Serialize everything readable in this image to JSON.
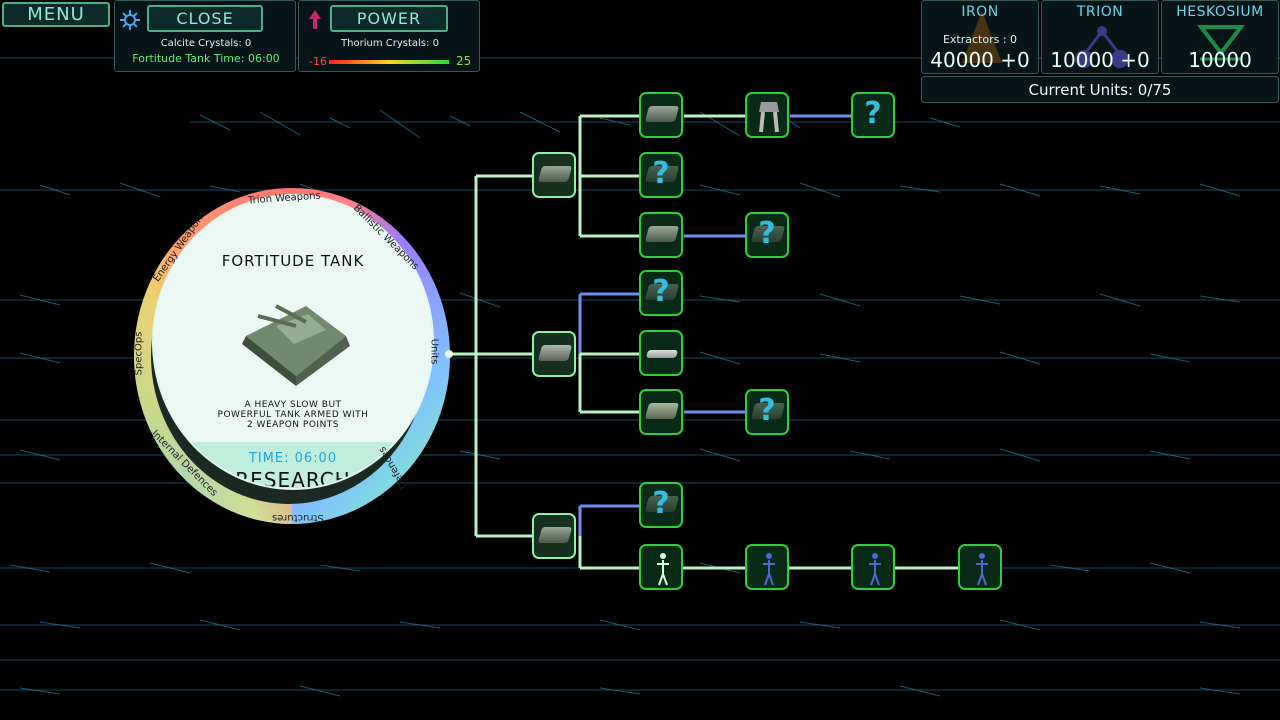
{
  "menu": {
    "label": "MENU"
  },
  "close_panel": {
    "button_label": "CLOSE",
    "calcite_label": "Calcite Crystals: 0",
    "time_label": "Fortitude Tank Time: 06:00"
  },
  "power_panel": {
    "button_label": "POWER",
    "thorium_label": "Thorium Crystals: 0",
    "min_value": "-16",
    "max_value": "25"
  },
  "resources": {
    "iron": {
      "title": "IRON",
      "extractors": "Extractors : 0",
      "value": "40000 +0"
    },
    "trion": {
      "title": "TRION",
      "value": "10000 +0"
    },
    "heskosium": {
      "title": "HESKOSIUM",
      "value": "10000"
    },
    "units": "Current Units: 0/75"
  },
  "research": {
    "title": "FORTITUDE TANK",
    "description_line1": "A HEAVY SLOW BUT",
    "description_line2": "POWERFUL TANK ARMED WITH",
    "description_line3": "2 WEAPON POINTS",
    "time": "TIME: 06:00",
    "research_label": "RESEARCH",
    "categories": [
      "Trion Weapons",
      "Ballistic Weapons",
      "Units",
      "Defences",
      "Structures",
      "Internal Defences",
      "SpecOps",
      "Energy Weapons"
    ]
  },
  "tree": {
    "locked_symbol": "?"
  },
  "colors": {
    "accent": "#4fae86",
    "node_border": "#2fcf3a",
    "line_unlocked": "#b8f5c0",
    "line_locked": "#6f8ff0"
  }
}
